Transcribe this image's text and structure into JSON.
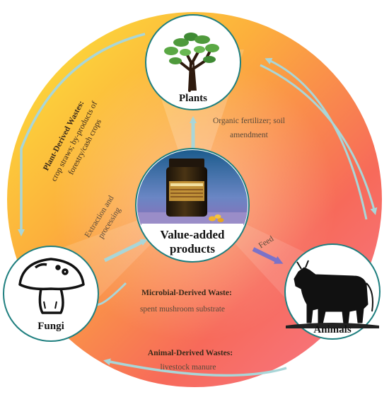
{
  "nodes": {
    "plants": "Plants",
    "fungi": "Fungi",
    "animals": "Animals",
    "center_line1": "Value-added",
    "center_line2": "products"
  },
  "labels": {
    "plant_wastes_title": "Plant-Derived Wastes:",
    "plant_wastes_line1": "crop straws; by-products of",
    "plant_wastes_line2": "forestry/cash crops",
    "organic_line1": "Organic fertilizer; soil",
    "organic_line2": "amendment",
    "extraction_line1": "Extraction and",
    "extraction_line2": "processing",
    "feed": "Feed",
    "microbial_title": "Microbial-Derived Waste:",
    "microbial_line": "spent mushroom substrate",
    "animal_title": "Animal-Derived Wastes:",
    "animal_line": "livestock manure"
  },
  "colors": {
    "arrow": "#a9d6d8",
    "feed_arrow": "#7b72c8",
    "node_border": "#1f7f7f",
    "ring_top": "#fcd33a",
    "ring_right": "#f66a55",
    "ring_bottom": "#f58a73"
  }
}
